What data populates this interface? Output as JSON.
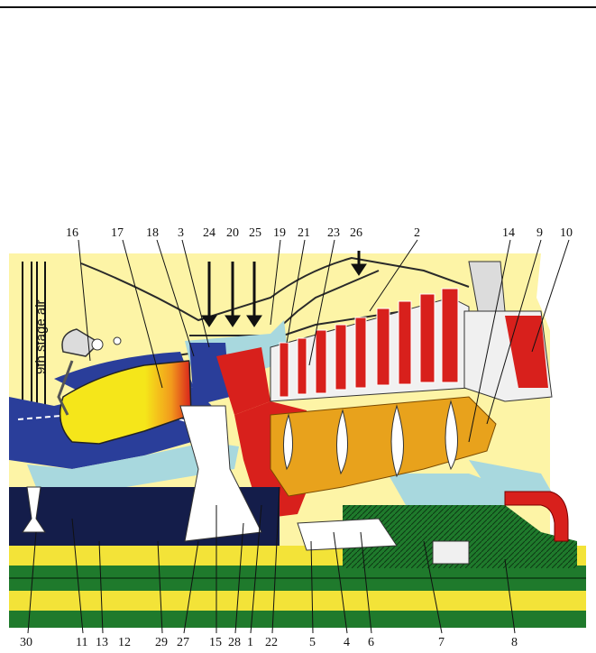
{
  "top_callouts": [
    {
      "label": "16"
    },
    {
      "label": "17"
    },
    {
      "label": "18"
    },
    {
      "label": "3"
    },
    {
      "label": "24"
    },
    {
      "label": "20"
    },
    {
      "label": "25"
    },
    {
      "label": "19"
    },
    {
      "label": "21"
    },
    {
      "label": "23"
    },
    {
      "label": "26"
    },
    {
      "label": "2"
    },
    {
      "label": "14"
    },
    {
      "label": "9"
    },
    {
      "label": "10"
    }
  ],
  "bottom_callouts": [
    {
      "label": "30"
    },
    {
      "label": "11"
    },
    {
      "label": "13"
    },
    {
      "label": "12"
    },
    {
      "label": "29"
    },
    {
      "label": "27"
    },
    {
      "label": "15"
    },
    {
      "label": "28"
    },
    {
      "label": "1"
    },
    {
      "label": "22"
    },
    {
      "label": "5"
    },
    {
      "label": "4"
    },
    {
      "label": "6"
    },
    {
      "label": "7"
    },
    {
      "label": "8"
    }
  ],
  "stage_air_label": "9th stage air",
  "colors": {
    "air_yellow": "#fdf4a6",
    "combustion_yellow": "#f5e61a",
    "blue": "#2a3e9a",
    "light_blue": "#a8d8de",
    "red": "#d8201c",
    "orange": "#e8a21c",
    "green": "#1f7a2c",
    "navy": "#141d4a",
    "shaft_yellow": "#f3e338"
  }
}
